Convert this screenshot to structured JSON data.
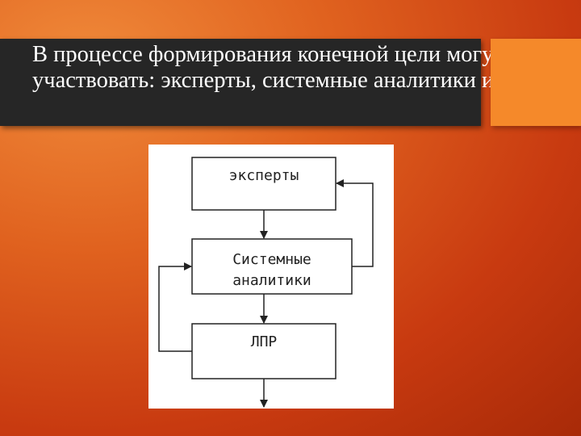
{
  "slide": {
    "title": "В процессе формирования конечной цели могут участвовать: эксперты, системные аналитики и ЛПР."
  },
  "diagram": {
    "nodes": [
      {
        "id": "experts",
        "lines": [
          "эксперты"
        ]
      },
      {
        "id": "analysts",
        "lines": [
          "Системные",
          "аналитики"
        ]
      },
      {
        "id": "dm",
        "lines": [
          "ЛПР"
        ]
      }
    ]
  },
  "colors": {
    "background": "#d9541a",
    "title_band": "#262626",
    "accent": "#f5892a"
  }
}
